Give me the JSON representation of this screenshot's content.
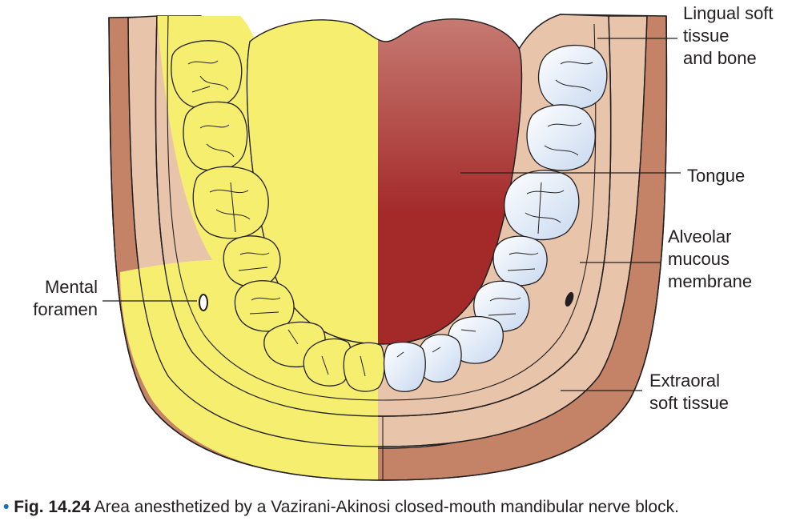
{
  "labels": {
    "lingual": "Lingual soft\ntissue\nand bone",
    "tongue": "Tongue",
    "alveolar": "Alveolar\nmucous\nmembrane",
    "mental": "Mental\nforamen",
    "extraoral": "Extraoral\nsoft tissue"
  },
  "caption": {
    "bullet": "•",
    "fig_number": "Fig. 14.24",
    "text": "Area anesthetized by a Vazirani-Akinosi closed-mouth mandibular nerve block."
  },
  "colors": {
    "anesthetized": "#f5ee6e",
    "tongue": "#a42a2a",
    "extraoral": "#c48366",
    "alveolar": "#e8c5aa",
    "tooth_unanesthetized": "#e9f0fb",
    "outline": "#231f20"
  }
}
